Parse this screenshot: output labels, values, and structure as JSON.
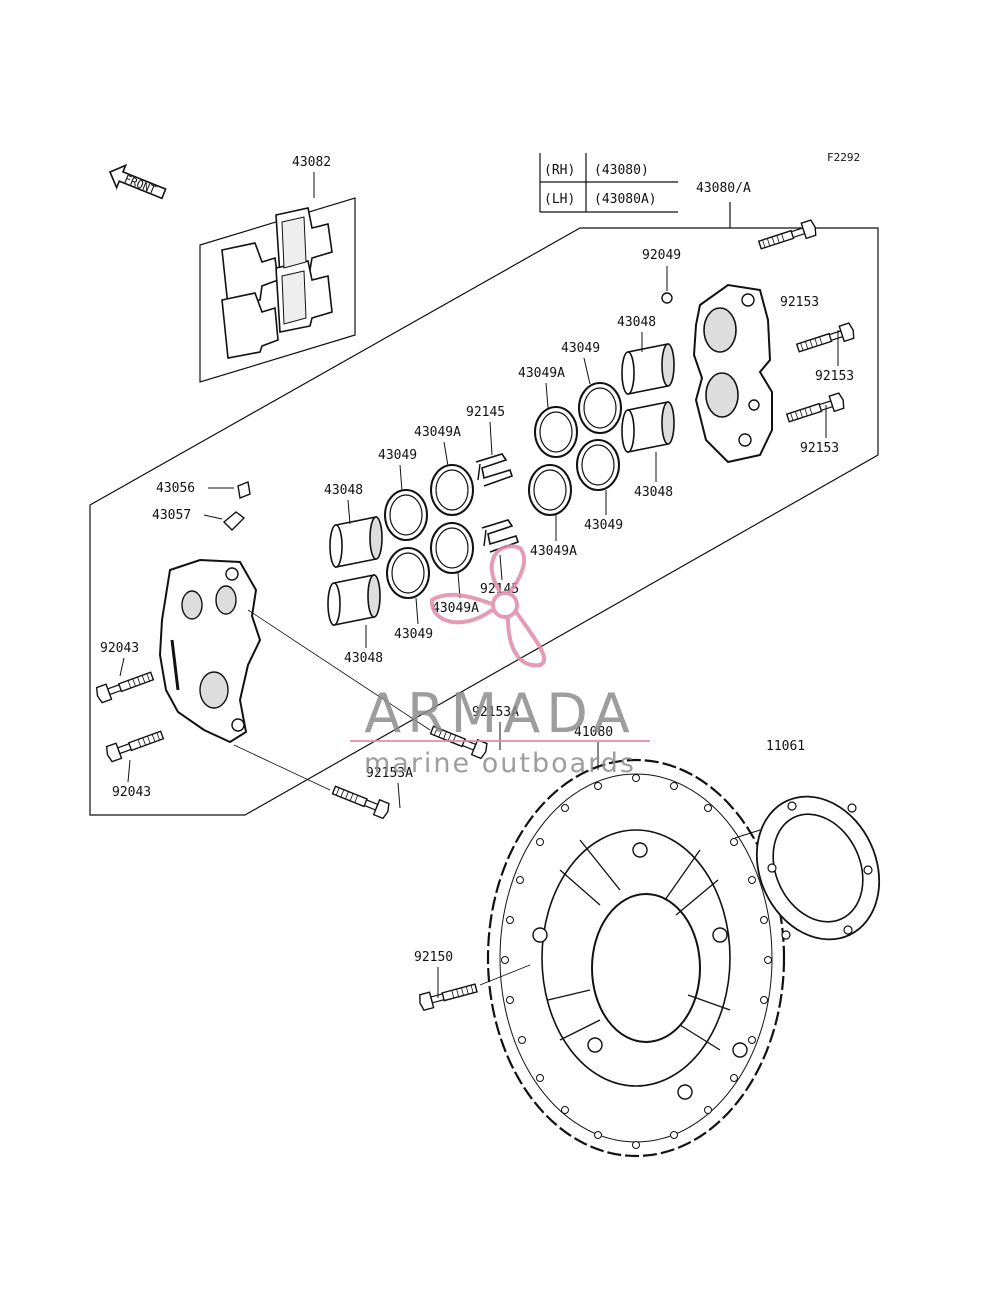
{
  "figure_code": "F2292",
  "front_marker": "FRONT",
  "legend": {
    "rows": [
      {
        "side": "(RH)",
        "part": "(43080)"
      },
      {
        "side": "(LH)",
        "part": "(43080A)"
      }
    ]
  },
  "labels": {
    "l43082": "43082",
    "l43080a": "43080/A",
    "l92049": "92049",
    "l92153_a": "92153",
    "l92153_b": "92153",
    "l92153_c": "92153",
    "l43048_top": "43048",
    "l43048_right": "43048",
    "l43048_left_top": "43048",
    "l43048_left_bot": "43048",
    "l43049_1": "43049",
    "l43049_2": "43049",
    "l43049_3": "43049",
    "l43049_4": "43049",
    "l43049a_1": "43049A",
    "l43049a_2": "43049A",
    "l43049a_3": "43049A",
    "l43049a_4": "43049A",
    "l92145_top": "92145",
    "l92145_bot": "92145",
    "l43056": "43056",
    "l43057": "43057",
    "l92043_top": "92043",
    "l92043_bot": "92043",
    "l92153a_1": "92153A",
    "l92153a_2": "92153A",
    "l41080": "41080",
    "l11061": "11061",
    "l92150": "92150"
  },
  "watermark": {
    "brand": "ARMADA",
    "tagline": "marine outboards",
    "color": "#e08aa8"
  }
}
